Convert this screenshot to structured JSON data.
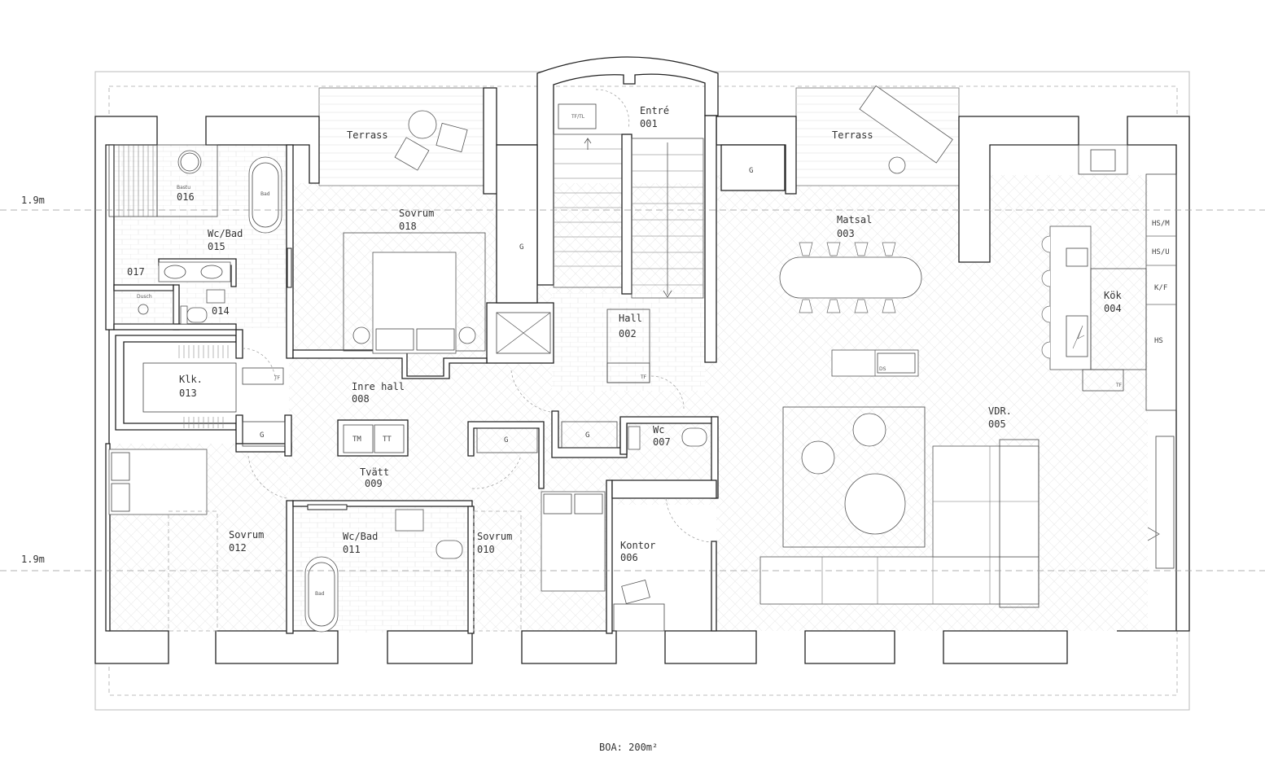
{
  "levels": {
    "upper": "1.9m",
    "lower": "1.9m"
  },
  "footer": {
    "area": "BOA: 200m²"
  },
  "rooms": {
    "entre": {
      "name": "Entré",
      "num": "001"
    },
    "hall": {
      "name": "Hall",
      "num": "002"
    },
    "matsal": {
      "name": "Matsal",
      "num": "003"
    },
    "kok": {
      "name": "Kök",
      "num": "004"
    },
    "vdr": {
      "name": "VDR.",
      "num": "005"
    },
    "kontor": {
      "name": "Kontor",
      "num": "006"
    },
    "wc007": {
      "name": "Wc",
      "num": "007"
    },
    "inrehall": {
      "name": "Inre hall",
      "num": "008"
    },
    "tvatt": {
      "name": "Tvätt",
      "num": "009"
    },
    "sovrum010": {
      "name": "Sovrum",
      "num": "010"
    },
    "wcbad011": {
      "name": "Wc/Bad",
      "num": "011"
    },
    "sovrum012": {
      "name": "Sovrum",
      "num": "012"
    },
    "klk": {
      "name": "Klk.",
      "num": "013"
    },
    "r014": {
      "num": "014"
    },
    "wcbad015": {
      "name": "Wc/Bad",
      "num": "015"
    },
    "bastu": {
      "name": "Bastu",
      "num": "016"
    },
    "r017": {
      "num": "017"
    },
    "sovrum018": {
      "name": "Sovrum",
      "num": "018"
    },
    "terrass_left": {
      "name": "Terrass"
    },
    "terrass_right": {
      "name": "Terrass"
    }
  },
  "fixtures": {
    "g": "G",
    "tf": "TF",
    "tftl": "TF/TL",
    "tm": "TM",
    "tt": "TT",
    "ds": "DS",
    "bad": "Bad",
    "dusch": "Dusch",
    "hsm": "HS/M",
    "hsu": "HS/U",
    "kf": "K/F",
    "hs": "HS"
  }
}
